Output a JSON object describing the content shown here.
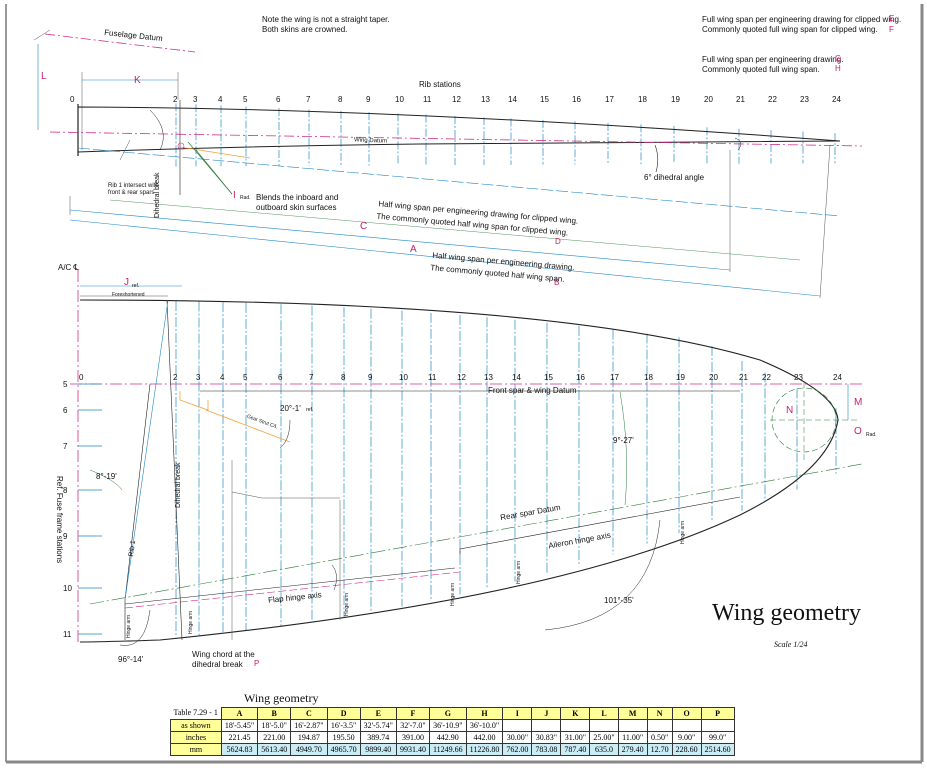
{
  "notes": {
    "top_note_1": "Note the wing is not a straight taper.",
    "top_note_2": "Both skins are crowned.",
    "e_note": "Full wing span per engineering drawing for clipped wing.",
    "e_letter": "E",
    "f_note": "Commonly quoted full wing span for clipped wing.",
    "f_letter": "F",
    "g_note": "Full wing span per engineering drawing.",
    "g_letter": "G",
    "h_note": "Commonly quoted full wing span.",
    "h_letter": "H"
  },
  "front_view": {
    "fuselage_datum": "Fuselage Datum",
    "rib_stations": "Rib stations",
    "wing_datum": "Wing Datum",
    "rib1_note_1": "Rib 1 intersect with",
    "rib1_note_2": "front & rear spars",
    "dihedral_break": "Dihedral break",
    "i_letter": "I",
    "i_rad": "Rad.",
    "blend_note_1": "Blends the inboard and",
    "blend_note_2": "outboard skin surfaces",
    "dihedral_angle": "6° dihedral angle",
    "half_span_clipped_1": "Half wing span per engineering drawing for clipped wing.",
    "half_span_clipped_2": "The commonly quoted half wing span for clipped wing.",
    "d_letter": "D",
    "half_span_1": "Half wing span per engineering drawing.",
    "half_span_2": "The commonly quoted half wing span.",
    "b_letter": "B",
    "dim_L": "L",
    "dim_K": "K",
    "dim_C": "C",
    "dim_A": "A",
    "stations": [
      "0",
      "2",
      "3",
      "4",
      "5",
      "6",
      "7",
      "8",
      "9",
      "10",
      "11",
      "12",
      "13",
      "14",
      "15",
      "16",
      "17",
      "18",
      "19",
      "20",
      "21",
      "22",
      "23",
      "24"
    ]
  },
  "plan_view": {
    "ac_cl": "A/C ℄",
    "j_letter": "J",
    "j_ref": "ref.",
    "foreshortened": "Foreshortened",
    "front_spar": "Front spar & wing Datum",
    "rear_spar": "Rear spar Datum",
    "aileron_hinge": "Aileron hinge axis",
    "flap_hinge": "Flap hinge axis",
    "rib1": "Rib 1",
    "dihedral_break": "Dihedral break",
    "angle_20": "20°-1'",
    "angle_20_ref": "ref.",
    "gear_strut": "Gear Strut C/L",
    "angle_9": "9°-27'",
    "angle_8": "8°-19'",
    "angle_101": "101°-35'",
    "angle_96": "96°-14'",
    "hinge_arm": "Hinge arm",
    "chord_note_1": "Wing chord at the",
    "chord_note_2": "dihedral break",
    "p_letter": "P",
    "dim_N": "N",
    "dim_M": "M",
    "dim_O": "O",
    "o_rad": "Rad.",
    "frame_label": "Ref. Fuse frame stations",
    "frame_numbers": [
      "5",
      "6",
      "7",
      "8",
      "9",
      "10",
      "11"
    ],
    "stations": [
      "0",
      "2",
      "3",
      "4",
      "5",
      "6",
      "7",
      "8",
      "9",
      "10",
      "11",
      "12",
      "13",
      "14",
      "15",
      "16",
      "17",
      "18",
      "19",
      "20",
      "21",
      "22",
      "23",
      "24"
    ]
  },
  "title": "Wing geometry",
  "scale": "Scale 1/24",
  "table": {
    "title": "Wing geometry",
    "label": "Table 7.29 - 1",
    "headers": [
      "A",
      "B",
      "C",
      "D",
      "E",
      "F",
      "G",
      "H",
      "I",
      "J",
      "K",
      "L",
      "M",
      "N",
      "O",
      "P"
    ],
    "rows": [
      {
        "label": "as shown",
        "values": [
          "18'-5.45\"",
          "18'-5.0\"",
          "16'-2.87\"",
          "16'-3.5\"",
          "32'-5.74\"",
          "32'-7.0\"",
          "36'-10.9\"",
          "36'-10.0\"",
          "",
          "",
          "",
          "",
          "",
          "",
          "",
          ""
        ]
      },
      {
        "label": "inches",
        "values": [
          "221.45",
          "221.00",
          "194.87",
          "195.50",
          "389.74",
          "391.00",
          "442.90",
          "442.00",
          "30.00\"",
          "30.83\"",
          "31.00\"",
          "25.00\"",
          "11.00\"",
          "0.50\"",
          "9.00\"",
          "99.0\""
        ]
      },
      {
        "label": "mm",
        "values": [
          "5624.83",
          "5613.40",
          "4949.70",
          "4965.70",
          "9899.40",
          "9931.40",
          "11249.66",
          "11226.80",
          "762.00",
          "783.08",
          "787.40",
          "635.0",
          "279.40",
          "12.70",
          "228.60",
          "2514.60"
        ]
      }
    ]
  },
  "colors": {
    "ink": "#222222",
    "station_blue": "#1e88c8",
    "datum_pink": "#d0308a",
    "highlight_orange": "#f2a33a",
    "table_yellow": "#ffff99",
    "table_blue": "#c9ecf5"
  }
}
